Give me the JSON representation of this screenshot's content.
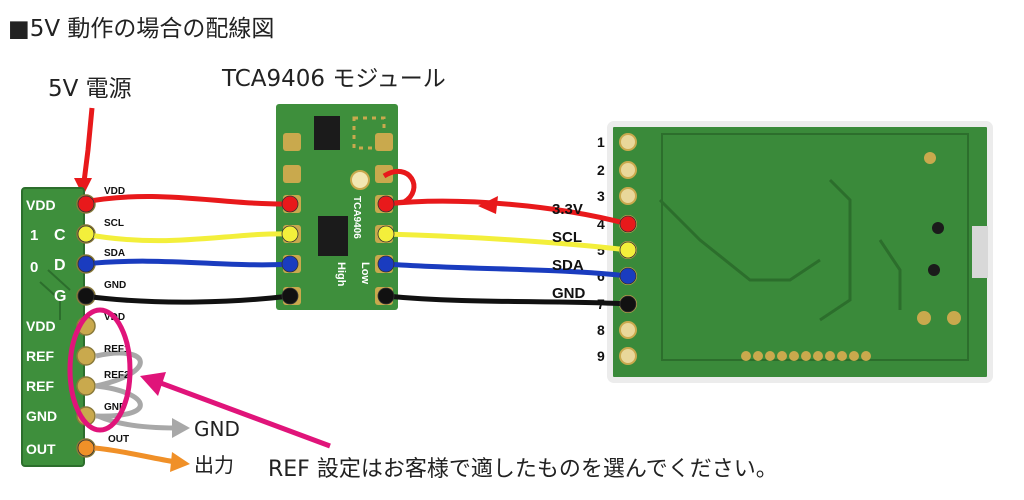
{
  "title": "■5V 動作の場合の配線図",
  "power_label": "5V 電源",
  "module_label": "TCA9406 モジュール",
  "module_silk": {
    "side_high": "High",
    "side_low": "Low",
    "part": "TCA9406"
  },
  "left_board": {
    "silk_pins": [
      "VDD",
      "C",
      "D",
      "G",
      "VDD",
      "REF",
      "REF",
      "GND",
      "OUT"
    ],
    "side_digits": [
      "1",
      "0"
    ],
    "wire_labels": [
      "VDD",
      "SCL",
      "SDA",
      "GND",
      "VDD",
      "REF1",
      "REF2",
      "GND",
      "OUT"
    ]
  },
  "sensor": {
    "pin_numbers": [
      "1",
      "2",
      "3",
      "4",
      "5",
      "6",
      "7",
      "8",
      "9"
    ],
    "signal_labels": [
      "3.3V",
      "SCL",
      "SDA",
      "GND"
    ]
  },
  "outputs": {
    "gnd_label": "GND",
    "out_label": "出力"
  },
  "note": "REF 設定はお客様で適したものを選んでください。",
  "colors": {
    "board": "#3e8f3c",
    "board_dark": "#2c6e2c",
    "pad": "#c9a94d",
    "vdd": "#e8191b",
    "scl": "#f3ef3b",
    "sda": "#1a3cbf",
    "gnd": "#111111",
    "ref": "#a0a0a0",
    "out": "#f09028",
    "highlight": "#e0147a"
  }
}
